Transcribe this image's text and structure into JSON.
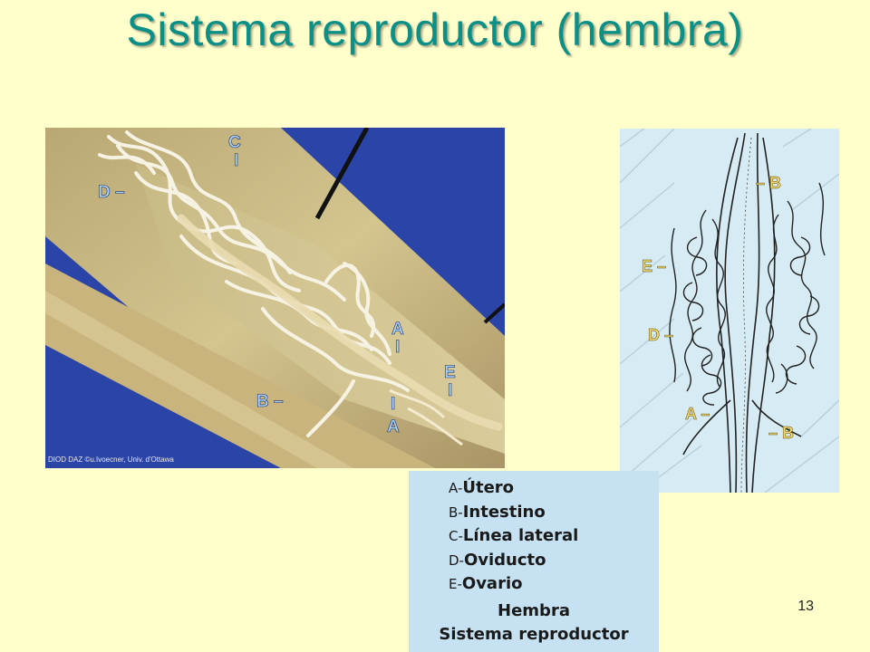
{
  "slide": {
    "title": "Sistema reproductor (hembra)",
    "page_number": "13"
  },
  "photo": {
    "credit": "DIOD DAZ ©u.Ivoecner, Univ. d'Ottawa",
    "labels": {
      "c": "C",
      "c_tick": "I",
      "d": "D –",
      "a_upper": "A",
      "a_upper_tick": "I",
      "e": "E",
      "e_tick": "I",
      "b": "B –",
      "a_lower_tick": "I",
      "a_lower": "A"
    }
  },
  "drawing": {
    "labels": {
      "b_top": "– B",
      "e": "E –",
      "d": "D –",
      "a": "A –",
      "b_bottom": "– B"
    }
  },
  "legend": {
    "items": [
      {
        "code": "A-",
        "label": "Útero"
      },
      {
        "code": "B-",
        "label": "Intestino"
      },
      {
        "code": "C-",
        "label": "Línea lateral"
      },
      {
        "code": "D-",
        "label": "Oviducto"
      },
      {
        "code": "E-",
        "label": "Ovario"
      }
    ],
    "subtitle_1": "Hembra",
    "subtitle_2": "Sistema reproductor"
  }
}
